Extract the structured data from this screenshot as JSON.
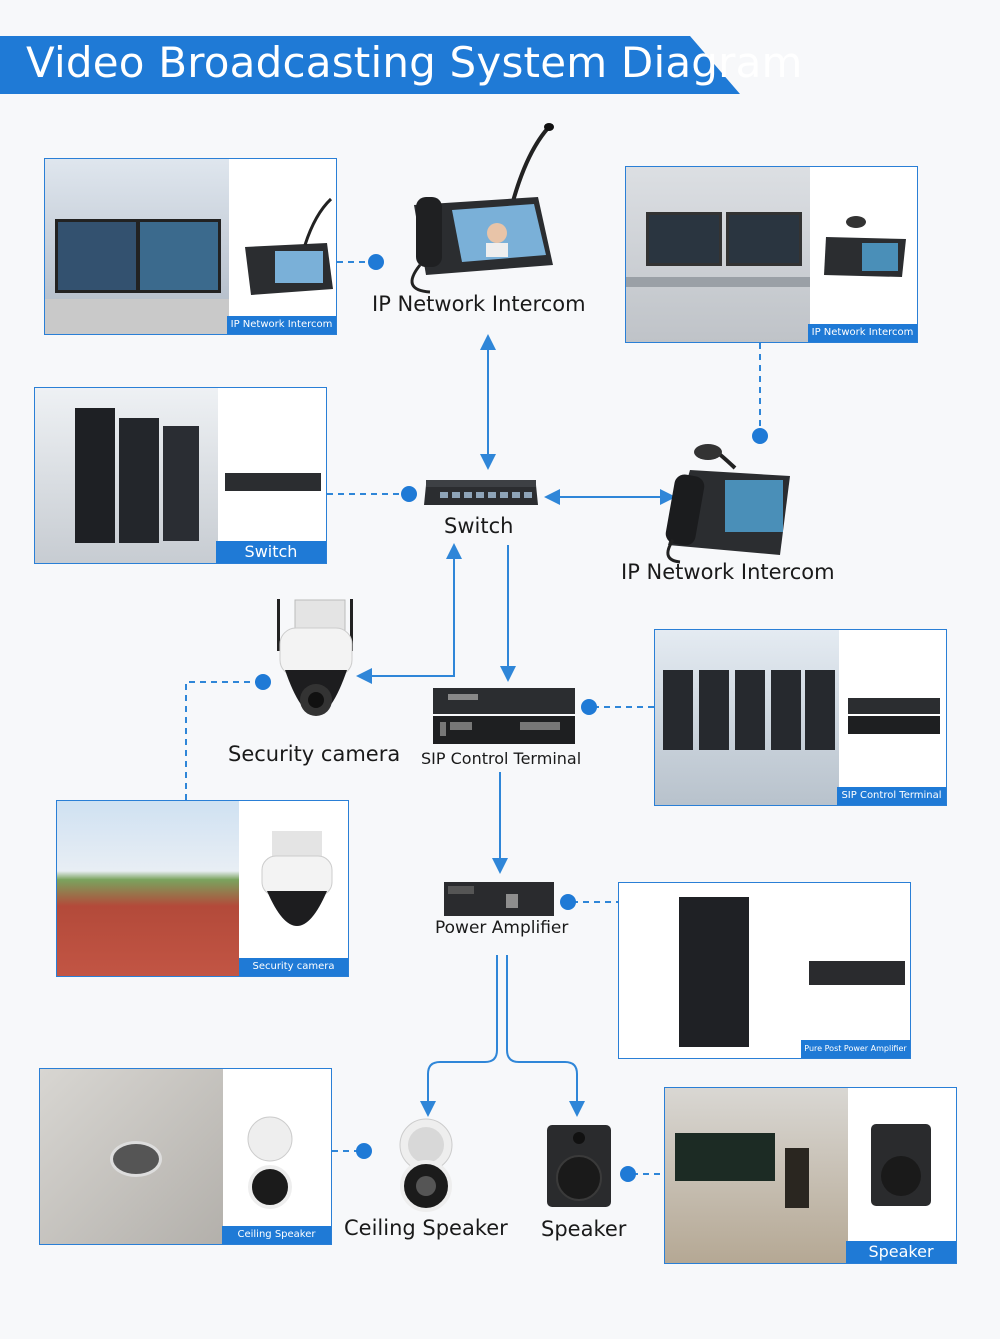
{
  "title": "Video Broadcasting System Diagram",
  "colors": {
    "accent": "#1f7ad6",
    "line": "#2f86d8",
    "card_border": "#2a7fd6"
  },
  "nodes": {
    "intercom_top": "IP Network Intercom",
    "switch": "Switch",
    "intercom_right": "IP Network Intercom",
    "security_camera": "Security camera",
    "sip_terminal": "SIP Control Terminal",
    "power_amplifier": "Power Amplifier",
    "ceiling_speaker": "Ceiling Speaker",
    "speaker": "Speaker"
  },
  "cards": {
    "intercom_tl": "IP Network Intercom",
    "intercom_tr": "IP Network Intercom",
    "switch": "Switch",
    "sip_terminal": "SIP Control Terminal",
    "security_camera": "Security camera",
    "amplifier": "Pure Post Power Amplifier",
    "ceiling_speaker": "Ceiling Speaker",
    "speaker": "Speaker"
  }
}
